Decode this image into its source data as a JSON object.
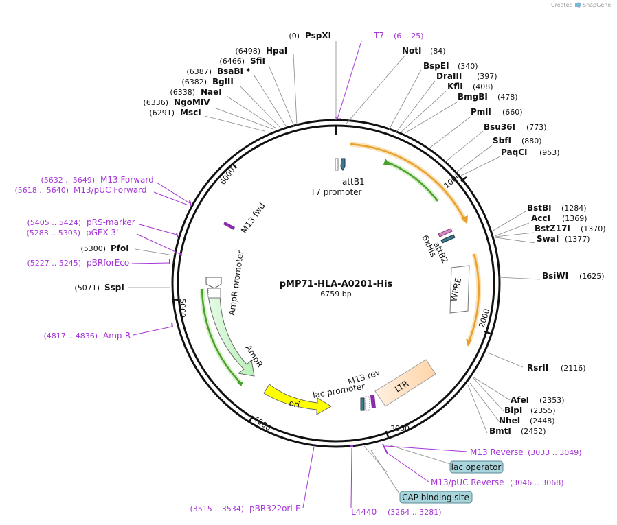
{
  "credit": {
    "created_by": "Created by",
    "app": "SnapGene"
  },
  "plasmid": {
    "name": "pMP71-HLA-A0201-His",
    "length": "6759 bp"
  },
  "ticks": [
    "1000",
    "2000",
    "3000",
    "4000",
    "5000",
    "6000"
  ],
  "enzymes": [
    {
      "name": "PspXI",
      "pos": "(0)"
    },
    {
      "name": "HpaI",
      "pos": "(6498)"
    },
    {
      "name": "SfiI",
      "pos": "(6466)"
    },
    {
      "name": "BsaBI *",
      "pos": "(6387)"
    },
    {
      "name": "BglII",
      "pos": "(6382)"
    },
    {
      "name": "NaeI",
      "pos": "(6338)"
    },
    {
      "name": "NgoMIV",
      "pos": "(6336)"
    },
    {
      "name": "MscI",
      "pos": "(6291)"
    },
    {
      "name": "NotI",
      "pos": "(84)"
    },
    {
      "name": "BspEI",
      "pos": "(340)"
    },
    {
      "name": "DraIII",
      "pos": "(397)"
    },
    {
      "name": "KflI",
      "pos": "(408)"
    },
    {
      "name": "BmgBI",
      "pos": "(478)"
    },
    {
      "name": "PmlI",
      "pos": "(660)"
    },
    {
      "name": "Bsu36I",
      "pos": "(773)"
    },
    {
      "name": "SbfI",
      "pos": "(880)"
    },
    {
      "name": "PaqCI",
      "pos": "(953)"
    },
    {
      "name": "BstBI",
      "pos": "(1284)"
    },
    {
      "name": "AccI",
      "pos": "(1369)"
    },
    {
      "name": "BstZ17I",
      "pos": "(1370)"
    },
    {
      "name": "SwaI",
      "pos": "(1377)"
    },
    {
      "name": "BsiWI",
      "pos": "(1625)"
    },
    {
      "name": "RsrII",
      "pos": "(2116)"
    },
    {
      "name": "AfeI",
      "pos": "(2353)"
    },
    {
      "name": "BlpI",
      "pos": "(2355)"
    },
    {
      "name": "NheI",
      "pos": "(2448)"
    },
    {
      "name": "BmtI",
      "pos": "(2452)"
    },
    {
      "name": "PfoI",
      "pos": "(5300)"
    },
    {
      "name": "SspI",
      "pos": "(5071)"
    }
  ],
  "primers": [
    {
      "name": "T7",
      "pos": "(6 .. 25)"
    },
    {
      "name": "M13 Forward",
      "pos": "(5632 .. 5649)"
    },
    {
      "name": "M13/pUC Forward",
      "pos": "(5618 .. 5640)"
    },
    {
      "name": "pRS-marker",
      "pos": "(5405 .. 5424)"
    },
    {
      "name": "pGEX 3'",
      "pos": "(5283 .. 5305)"
    },
    {
      "name": "pBRforEco",
      "pos": "(5227 .. 5245)"
    },
    {
      "name": "Amp-R",
      "pos": "(4817 .. 4836)"
    },
    {
      "name": "M13 Reverse",
      "pos": "(3033 .. 3049)"
    },
    {
      "name": "M13/pUC Reverse",
      "pos": "(3046 .. 3068)"
    },
    {
      "name": "pBR322ori-F",
      "pos": "(3515 .. 3534)"
    },
    {
      "name": "L4440",
      "pos": "(3264 .. 3281)"
    }
  ],
  "boxed_features": [
    {
      "name": "lac operator"
    },
    {
      "name": "CAP binding site"
    }
  ],
  "features": {
    "attB1": "attB1",
    "t7_promoter": "T7 promoter",
    "m13_fwd": "M13 fwd",
    "sixhis": "6xHis",
    "attB2": "attB2",
    "wpre": "WPRE",
    "ltr": "LTR",
    "m13_rev": "M13 rev",
    "lac_promoter": "lac promoter",
    "ori": "ori",
    "ampr": "AmpR",
    "ampr_promoter": "AmpR promoter"
  },
  "colors": {
    "primer": "#a535d6",
    "orf": "#e8a030",
    "green_orf": "#4aa02c",
    "ori": "#ffff00",
    "ltr": "#ffdcb8",
    "ampr": "#c8f5c8",
    "boxed": "#a8d4dc"
  }
}
